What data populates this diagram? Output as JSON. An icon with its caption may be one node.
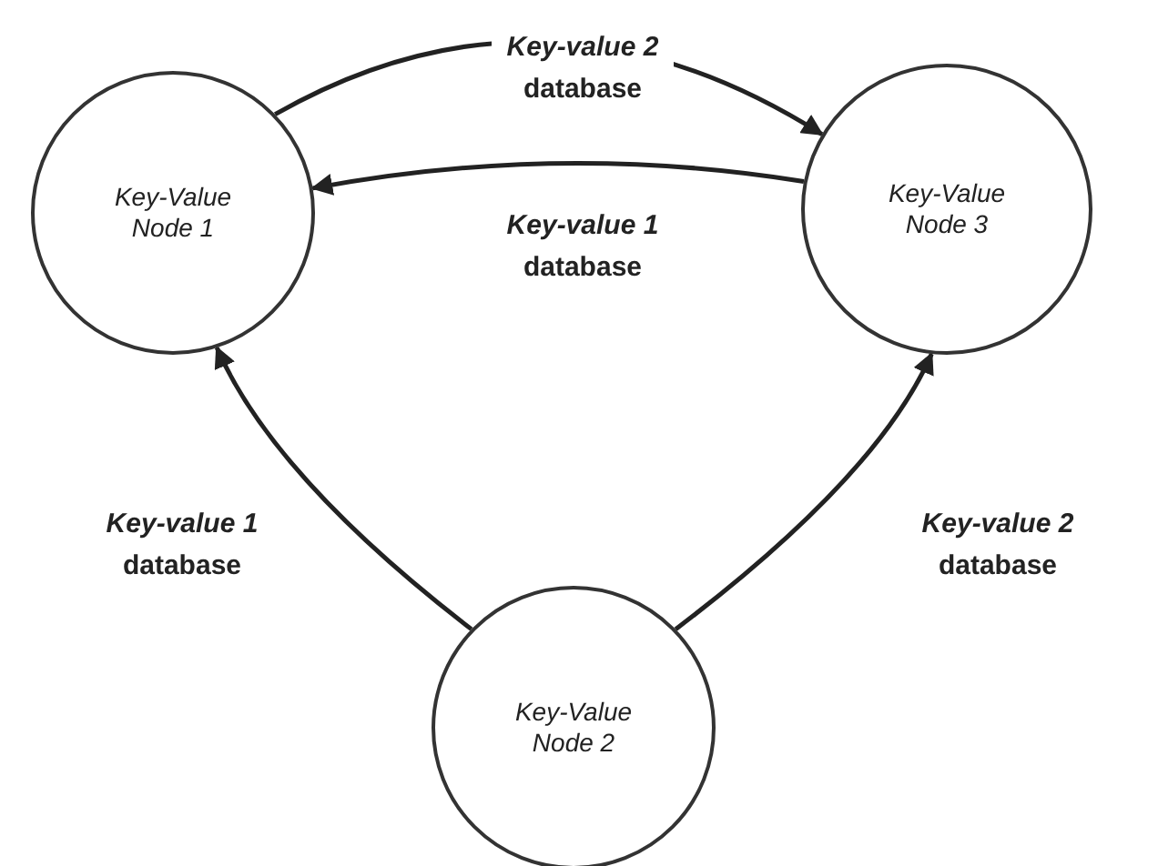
{
  "diagram": {
    "nodes": [
      {
        "text": [
          "Key-Value Node 1"
        ]
      },
      {
        "text": [
          "Key-Value Node 3"
        ]
      },
      {
        "text": [
          "Key-Value Node 2"
        ]
      }
    ],
    "edges": [
      {
        "from": 0,
        "to": 1,
        "arrow": "to",
        "label": "*Key-value 2* database"
      },
      {
        "from": 1,
        "to": 0,
        "arrow": "to",
        "label": "*Key-value 1* database"
      },
      {
        "from": 2,
        "to": 0,
        "arrow": "to",
        "label": "*Key-value 1* database"
      },
      {
        "from": 2,
        "to": 1,
        "arrow": "to",
        "label": "*Key-value 2* database"
      }
    ]
  }
}
